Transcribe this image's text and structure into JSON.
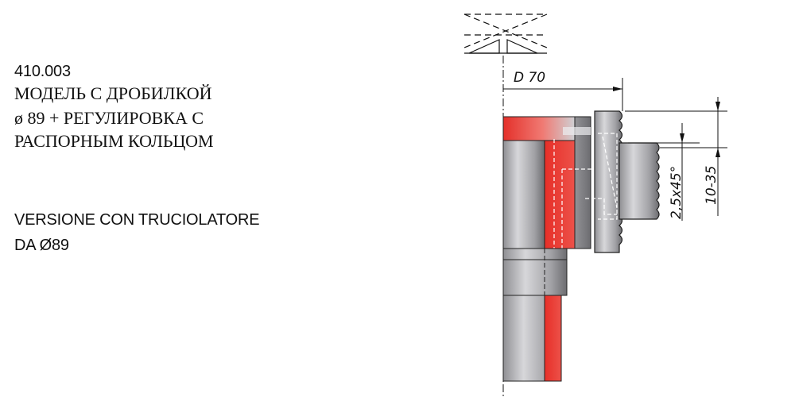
{
  "description_block": {
    "code": "410.003",
    "ru_line1": "МОДЕЛЬ С ДРОБИЛКОЙ",
    "ru_line2": "ø 89 + РЕГУЛИРОВКА С",
    "ru_line3": "РАСПОРНЫМ КОЛЬЦОМ",
    "it_line1": "VERSIONE CON TRUCIOLATORE",
    "it_line2": "DA Ø89"
  },
  "dimensions": {
    "diameter": "D 70",
    "chamfer": "2,5x45°",
    "range": "10-35"
  },
  "colors": {
    "steel_gray": "#a7a7aa",
    "steel_dark": "#6f6f72",
    "red": "#e5322a",
    "red_light": "#f5a6a2"
  }
}
